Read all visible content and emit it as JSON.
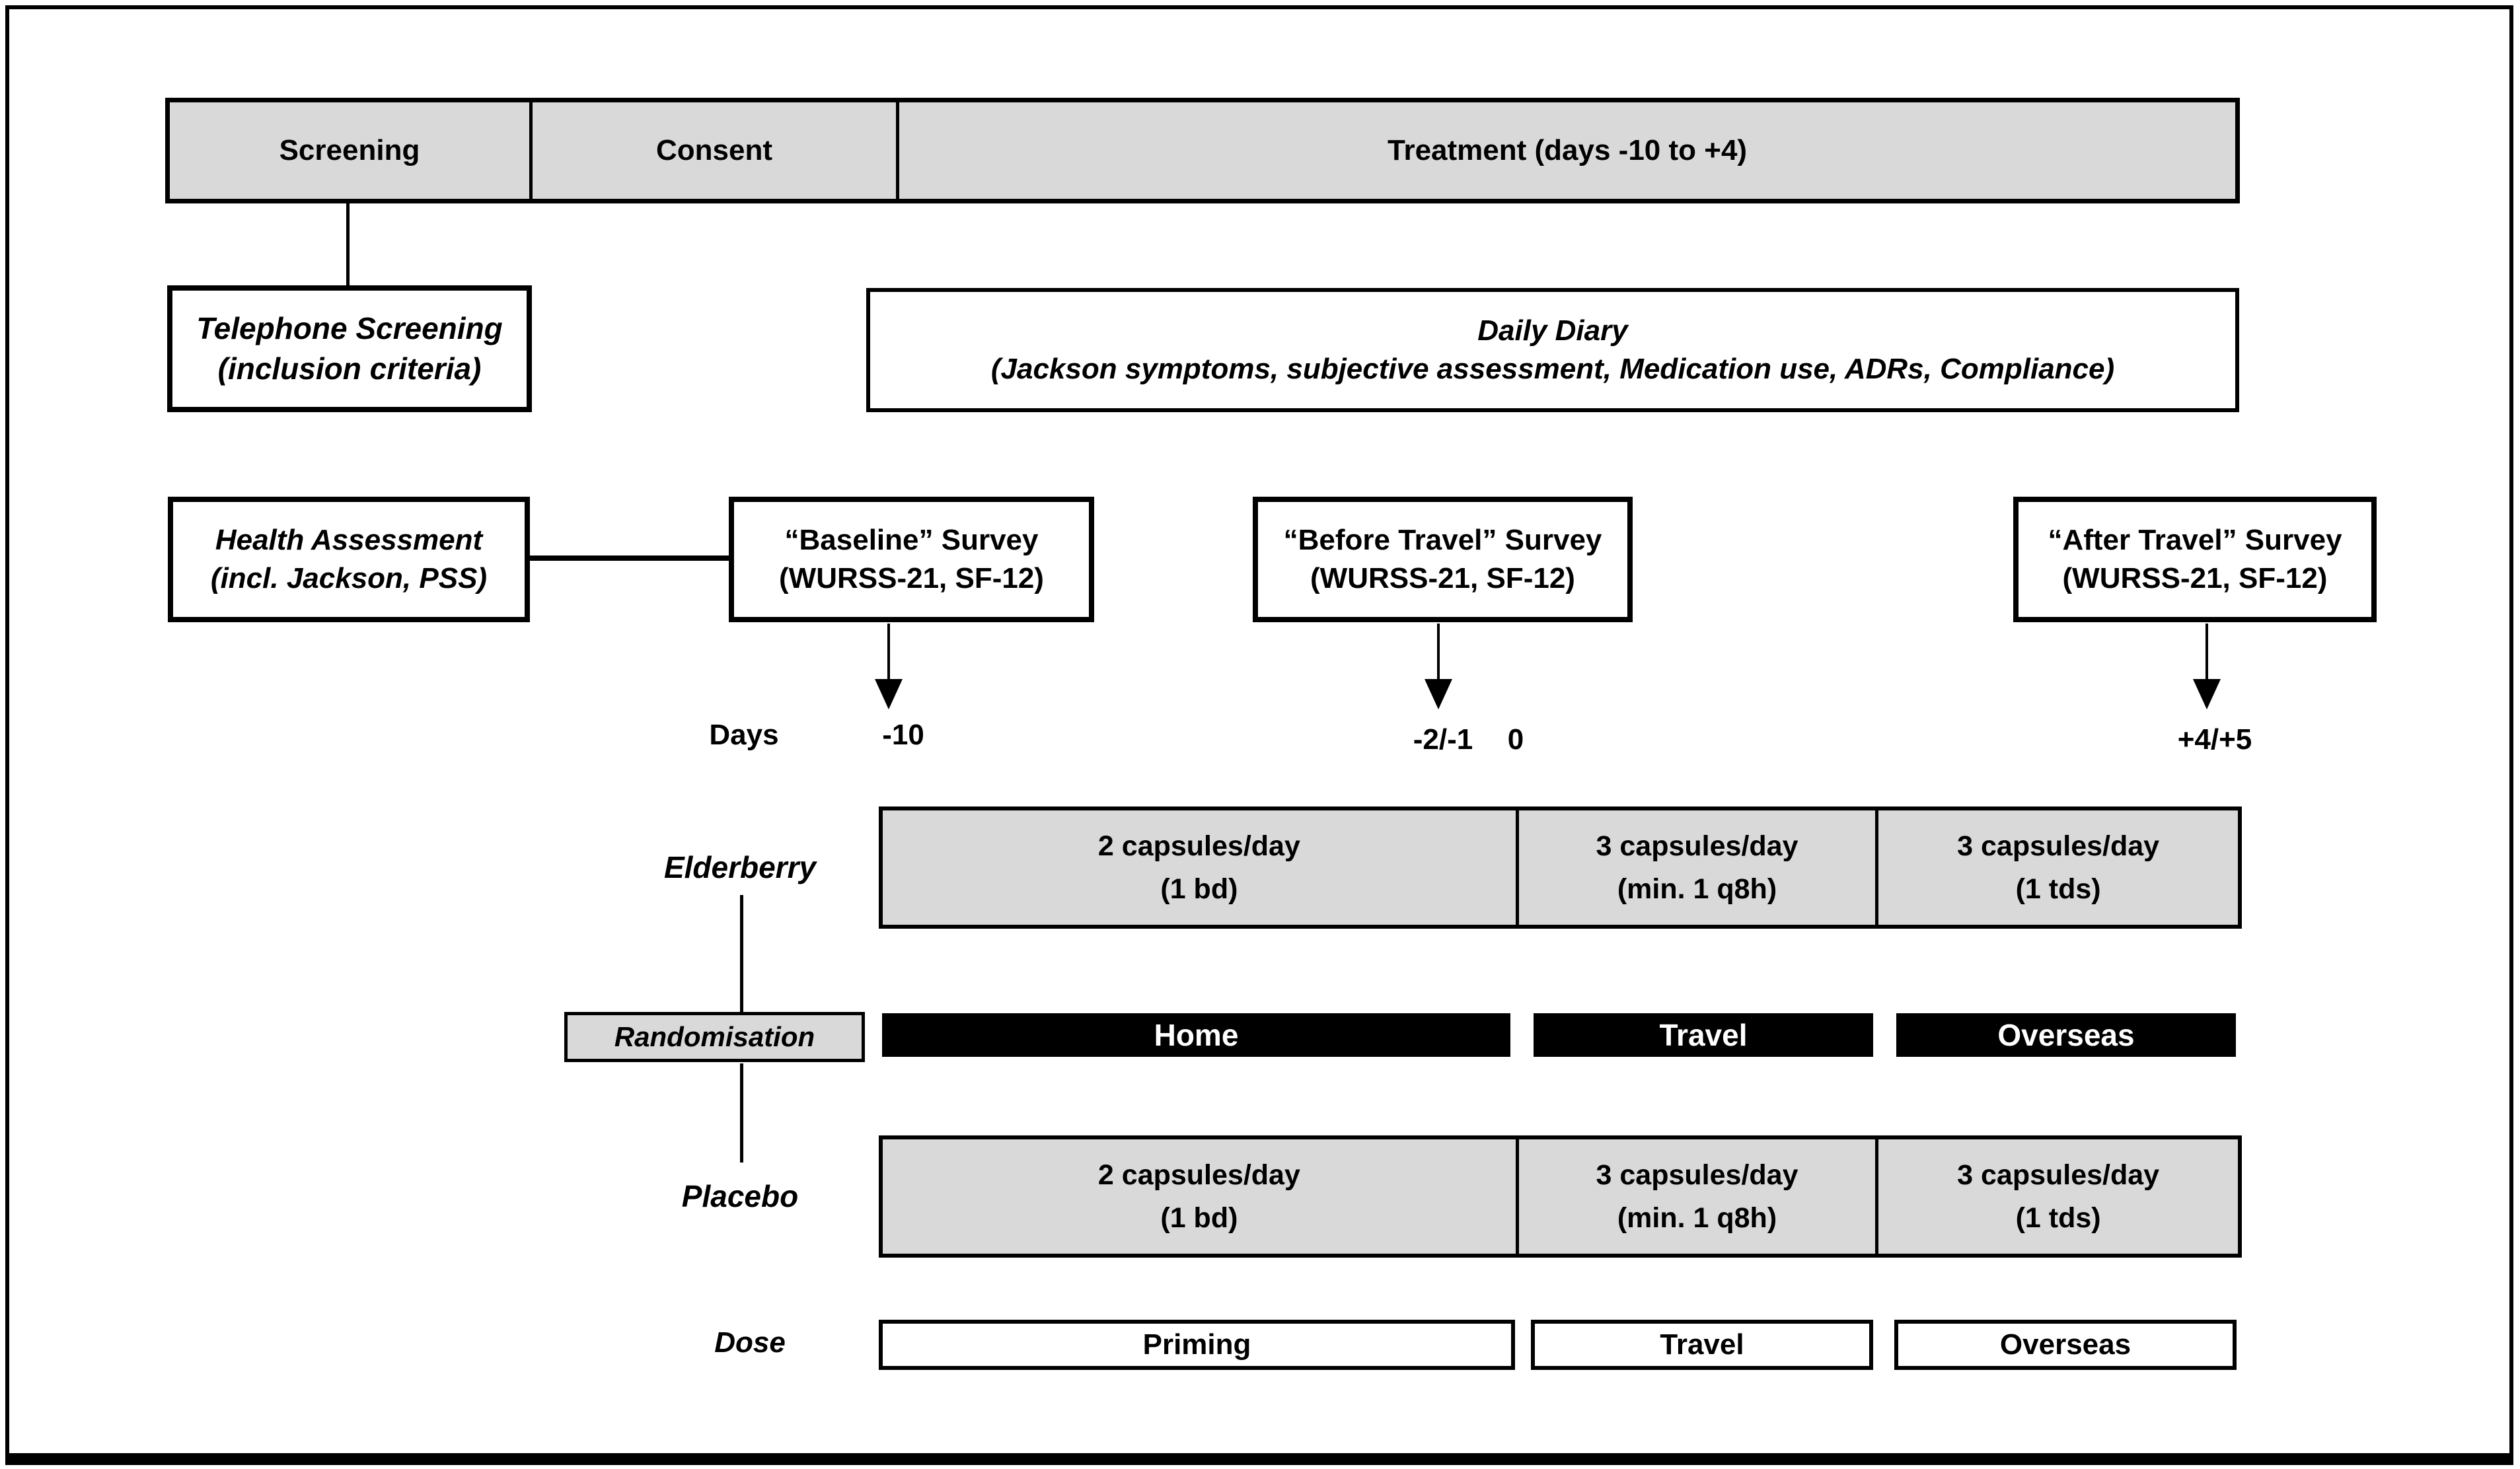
{
  "colors": {
    "bar_fill": "#d9d9d9",
    "ink": "#000000",
    "strip_text": "#ffffff"
  },
  "top_phases": {
    "screening": "Screening",
    "consent": "Consent",
    "treatment": "Treatment (days -10 to +4)"
  },
  "telephone_box": {
    "line1": "Telephone Screening",
    "line2": "(inclusion criteria)"
  },
  "daily_diary_box": {
    "line1": "Daily Diary",
    "line2": "(Jackson symptoms,  subjective assessment,  Medication use, ADRs, Compliance)"
  },
  "health_box": {
    "line1": "Health Assessment",
    "line2": "(incl. Jackson, PSS)"
  },
  "baseline_box": {
    "line1": "“Baseline” Survey",
    "line2": "(WURSS-21, SF-12)"
  },
  "before_travel_box": {
    "line1": "“Before Travel” Survey",
    "line2": "(WURSS-21, SF-12)"
  },
  "after_travel_box": {
    "line1": "“After Travel” Survey",
    "line2": "(WURSS-21, SF-12)"
  },
  "timeline": {
    "label": "Days",
    "tick_baseline": "-10",
    "tick_before": "-2/-1",
    "tick_zero": "0",
    "tick_after": "+4/+5"
  },
  "elderberry_row": {
    "label": "Elderberry",
    "cells": [
      {
        "line1": "2 capsules/day",
        "line2": "(1 bd)"
      },
      {
        "line1": "3 capsules/day",
        "line2": "(min. 1 q8h)"
      },
      {
        "line1": "3 capsules/day",
        "line2": "(1 tds)"
      }
    ]
  },
  "randomisation_row": {
    "label": "Randomisation",
    "phases": [
      "Home",
      "Travel",
      "Overseas"
    ]
  },
  "placebo_row": {
    "label": "Placebo",
    "cells": [
      {
        "line1": "2 capsules/day",
        "line2": "(1 bd)"
      },
      {
        "line1": "3 capsules/day",
        "line2": "(min. 1 q8h)"
      },
      {
        "line1": "3 capsules/day",
        "line2": "(1 tds)"
      }
    ]
  },
  "dose_row": {
    "label": "Dose",
    "phases": [
      "Priming",
      "Travel",
      "Overseas"
    ]
  }
}
